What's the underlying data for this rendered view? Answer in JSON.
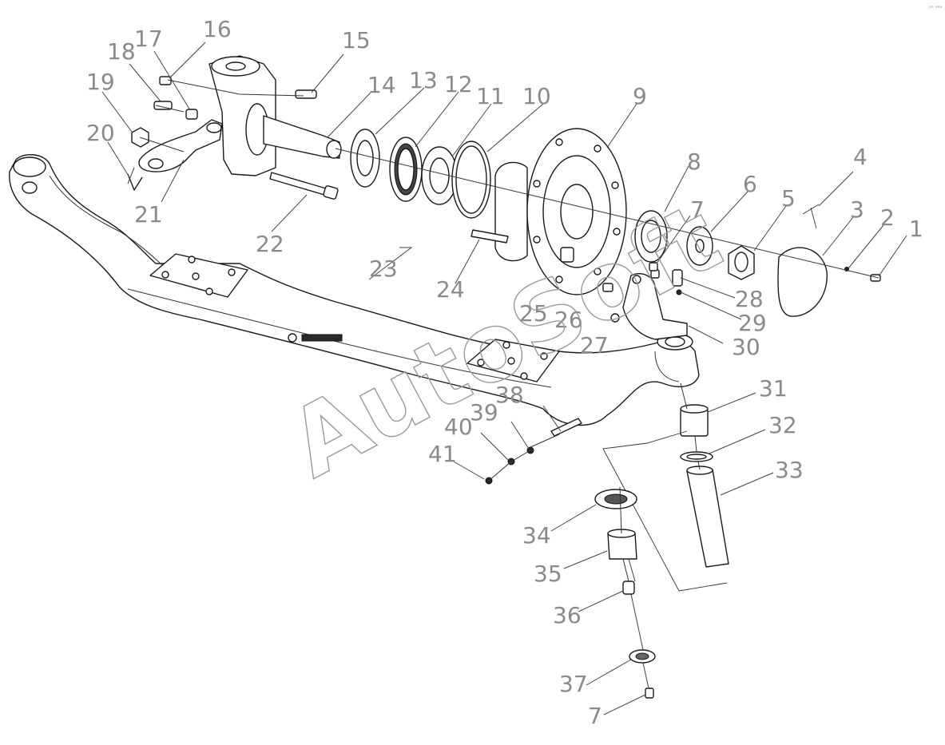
{
  "watermark": "AutoSoft",
  "corner_mark": "ᵒᵒ ᵃᵃᵃ",
  "callouts": {
    "c1": "1",
    "c2": "2",
    "c3": "3",
    "c4": "4",
    "c5": "5",
    "c6": "6",
    "c7": "7",
    "c7b": "7",
    "c8": "8",
    "c9": "9",
    "c10": "10",
    "c11": "11",
    "c12": "12",
    "c13": "13",
    "c14": "14",
    "c15": "15",
    "c16": "16",
    "c17": "17",
    "c18": "18",
    "c19": "19",
    "c20": "20",
    "c21": "21",
    "c22": "22",
    "c23": "23",
    "c24": "24",
    "c25": "25",
    "c26": "26",
    "c27": "27",
    "c28": "28",
    "c29": "29",
    "c30": "30",
    "c31": "31",
    "c32": "32",
    "c33": "33",
    "c34": "34",
    "c35": "35",
    "c36": "36",
    "c37": "37",
    "c38": "38",
    "c39": "39",
    "c40": "40",
    "c41": "41"
  },
  "colors": {
    "line": "#1a1a1a",
    "callout": "#8a8a8a",
    "background": "#ffffff"
  }
}
